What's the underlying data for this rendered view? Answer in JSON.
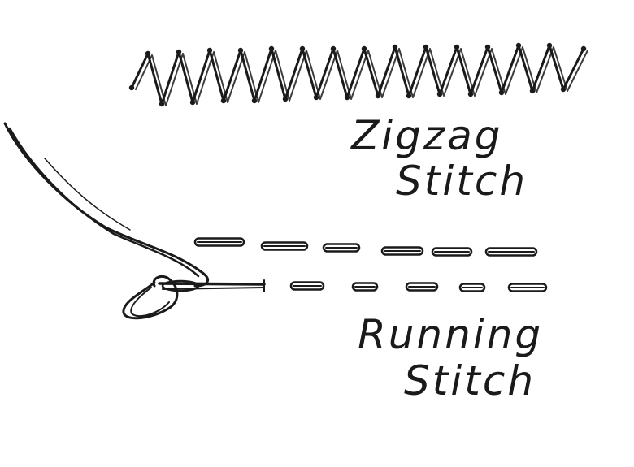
{
  "labels": {
    "zigzag": [
      "Zigzag",
      "Stitch"
    ],
    "running": [
      "Running",
      "Stitch"
    ]
  },
  "colors": {
    "ink": "#1a1a1a",
    "background": "#ffffff"
  }
}
